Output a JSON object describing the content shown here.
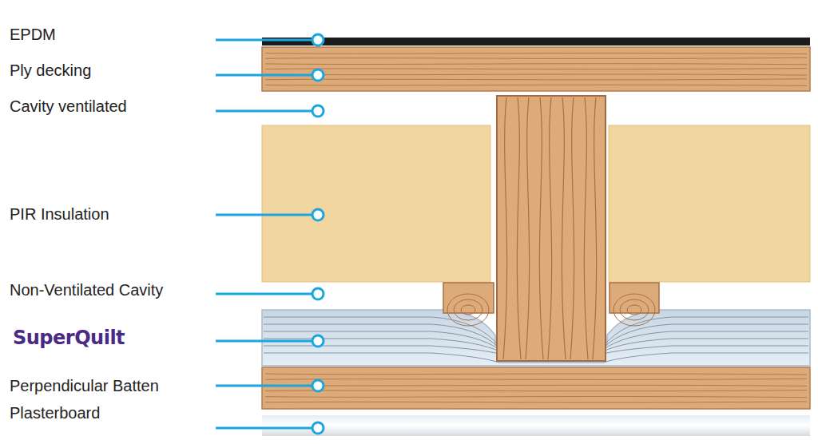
{
  "diagram": {
    "labels": [
      "EPDM",
      "Ply decking",
      "Cavity ventilated",
      "PIR Insulation",
      "Non-Ventilated Cavity",
      "SuperQuilt",
      "Perpendicular Batten",
      "Plasterboard"
    ]
  }
}
